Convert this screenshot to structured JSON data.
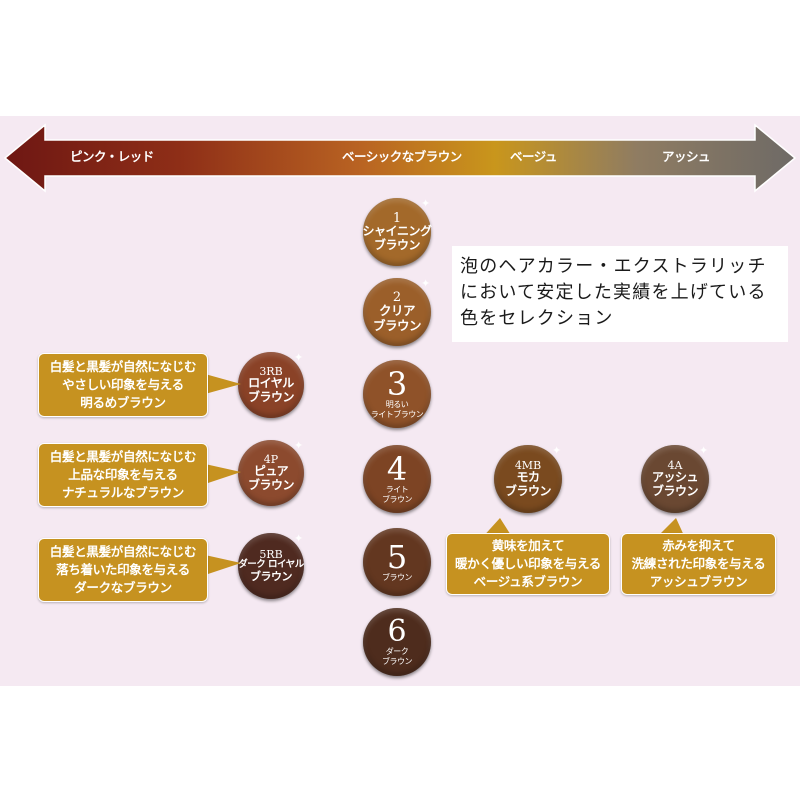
{
  "spectrum": {
    "labels": [
      "ピンク・レッド",
      "ベーシックなブラウン",
      "ベージュ",
      "アッシュ"
    ],
    "colors": {
      "left": "#6e1713",
      "middle": "#b96322",
      "gold": "#c9961c",
      "right": "#6e6a66"
    }
  },
  "note": {
    "lines": [
      "泡のヘアカラー・エクストラリッチ",
      "において安定した実績を上げている",
      "色をセレクション"
    ]
  },
  "swatches": {
    "s1": {
      "num": "1",
      "lines": [
        "シャイニング",
        "ブラウン"
      ],
      "color": "#a3692a"
    },
    "s2": {
      "num": "2",
      "lines": [
        "クリア",
        "ブラウン"
      ],
      "color": "#9b5f2a"
    },
    "s3": {
      "num": "3",
      "lines": [
        "明るい",
        "ライトブラウン"
      ],
      "color": "#8f5229"
    },
    "s4": {
      "num": "4",
      "lines": [
        "ライト",
        "ブラウン"
      ],
      "color": "#7d4424"
    },
    "s5": {
      "num": "5",
      "lines": [
        "ブラウン"
      ],
      "color": "#633720"
    },
    "s6": {
      "num": "6",
      "lines": [
        "ダーク",
        "ブラウン"
      ],
      "color": "#4e2c1d"
    },
    "s3rb": {
      "num": "3RB",
      "lines": [
        "ロイヤル",
        "ブラウン"
      ],
      "color": "#8a4227"
    },
    "s4p": {
      "num": "4P",
      "lines": [
        "ピュア",
        "ブラウン"
      ],
      "color": "#8c4a2e"
    },
    "s5rb": {
      "num": "5RB",
      "lines": [
        "ダーク ロイヤル",
        "ブラウン"
      ],
      "color": "#4f2a20"
    },
    "s4mb": {
      "num": "4MB",
      "lines": [
        "モカ",
        "ブラウン"
      ],
      "color": "#7a4a1f"
    },
    "s4a": {
      "num": "4A",
      "lines": [
        "アッシュ",
        "ブラウン"
      ],
      "color": "#6a4832"
    }
  },
  "callouts": {
    "c3rb": [
      "白髪と黒髪が自然になじむ",
      "やさしい印象を与える",
      "明るめブラウン"
    ],
    "c4p": [
      "白髪と黒髪が自然になじむ",
      "上品な印象を与える",
      "ナチュラルなブラウン"
    ],
    "c5rb": [
      "白髪と黒髪が自然になじむ",
      "落ち着いた印象を与える",
      "ダークなブラウン"
    ],
    "c4mb": [
      "黄味を加えて",
      "暖かく優しい印象を与える",
      "ベージュ系ブラウン"
    ],
    "c4a": [
      "赤みを抑えて",
      "洗練された印象を与える",
      "アッシュブラウン"
    ],
    "color": "#c69220"
  }
}
